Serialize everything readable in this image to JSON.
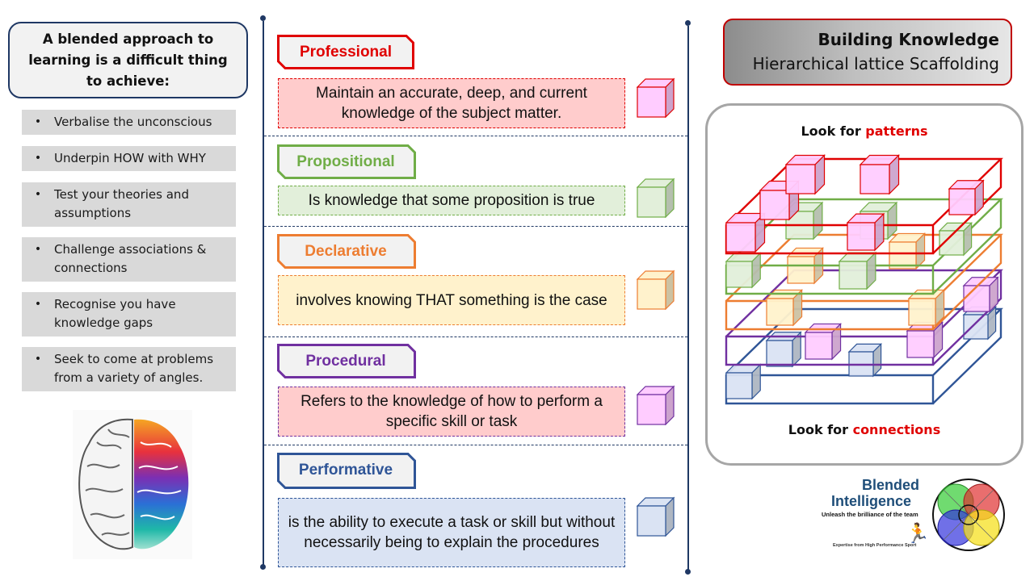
{
  "left": {
    "intro": "A blended approach to learning is a difficult thing to achieve:",
    "bullet_glyph": "•",
    "bullets": [
      "Verbalise the unconscious",
      "Underpin HOW with WHY",
      "Test your theories and assumptions",
      "Challenge associations & connections",
      "Recognise you have knowledge gaps",
      "Seek to come at problems from a variety of angles."
    ],
    "image": "brain-illustration"
  },
  "center": {
    "levels": [
      {
        "name": "Professional",
        "description": "Maintain an accurate, deep, and current knowledge of the subject matter.",
        "color": "#e00000",
        "fill": "#ffcccc",
        "cube_fill": "#ffccff"
      },
      {
        "name": "Propositional",
        "description": "Is knowledge that some proposition is true",
        "color": "#70ad47",
        "fill": "#e2efda",
        "cube_fill": "#e2efda"
      },
      {
        "name": "Declarative",
        "description": "involves knowing THAT something is the case",
        "color": "#ed7d31",
        "fill": "#fff2cc",
        "cube_fill": "#fff2cc"
      },
      {
        "name": "Procedural",
        "description": "Refers to the knowledge of how to perform a specific skill or task",
        "color": "#7030a0",
        "fill": "#ffcccc",
        "cube_fill": "#ffccff"
      },
      {
        "name": "Performative",
        "description": "is the ability to execute a task or skill but without necessarily being to explain the procedures",
        "color": "#2f5597",
        "fill": "#dae3f3",
        "cube_fill": "#dae3f3"
      }
    ]
  },
  "right": {
    "title": "Building Knowledge",
    "subtitle": "Hierarchical lattice Scaffolding",
    "top_caption_prefix": "Look for ",
    "top_caption_highlight": "patterns",
    "bottom_caption_prefix": "Look for ",
    "bottom_caption_highlight": "connections",
    "logo": {
      "line1": "Blended",
      "line2": "Intelligence",
      "tagline": "Unleash the brilliance of the team",
      "footer": "Expertise from High Performance Sport",
      "runner_icon": "🏃"
    }
  }
}
